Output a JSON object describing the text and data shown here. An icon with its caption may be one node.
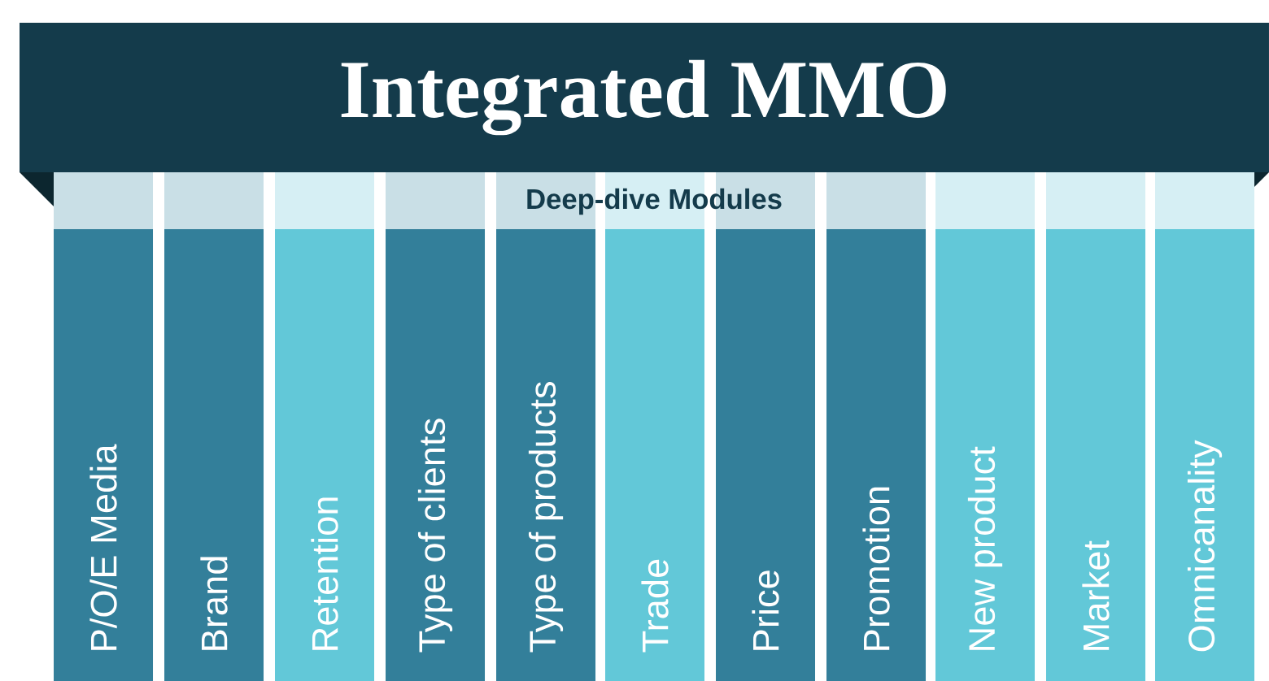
{
  "diagram": {
    "nodes": [
      {
        "text": [
          "Integrated MMO"
        ]
      },
      {
        "text": [
          "P/O/E Media"
        ]
      },
      {
        "text": [
          "Brand"
        ]
      },
      {
        "text": [
          "Retention"
        ]
      },
      {
        "text": [
          "Type of clients"
        ]
      },
      {
        "text": [
          "Type of products"
        ]
      },
      {
        "text": [
          "Trade"
        ]
      },
      {
        "text": [
          "Price"
        ]
      },
      {
        "text": [
          "Promotion"
        ]
      },
      {
        "text": [
          "New product"
        ]
      },
      {
        "text": [
          "Market"
        ]
      },
      {
        "text": [
          "Omnicanality"
        ]
      }
    ],
    "labels": [
      "Deep-dive Modules"
    ]
  }
}
